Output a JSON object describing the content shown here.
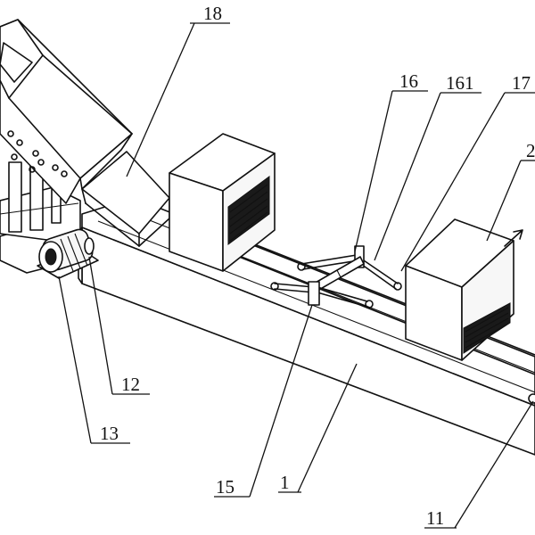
{
  "labels": {
    "l18": "18",
    "l16": "16",
    "l161": "161",
    "l17": "17",
    "l2": "2",
    "l12": "12",
    "l13": "13",
    "l15": "15",
    "l1": "1",
    "l11": "11"
  },
  "colors": {
    "line": "#111111",
    "fill": "#ffffff",
    "dark_fill": "#1a1a1a"
  }
}
